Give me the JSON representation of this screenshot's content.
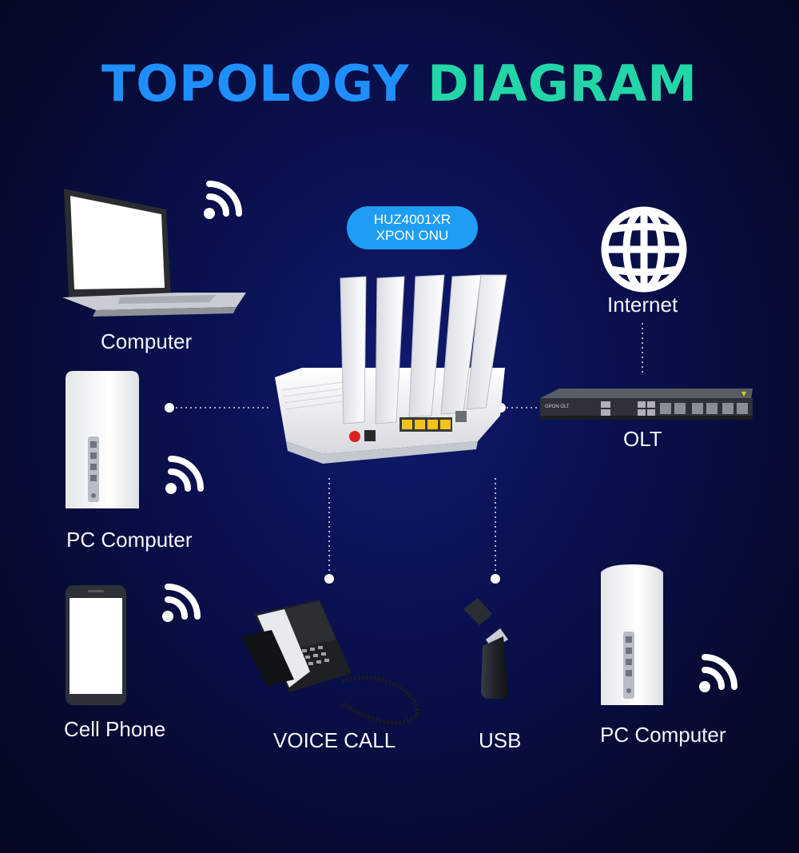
{
  "title": {
    "part1": "TOPOLOGY",
    "part2": "DIAGRAM"
  },
  "device": {
    "model": "HUZ4001XR",
    "type": "XPON ONU"
  },
  "olt_panel_text": "GPON OLT",
  "nodes": {
    "computer": "Computer",
    "pc_left": "PC Computer",
    "cell_phone": "Cell Phone",
    "voice_call": "VOICE CALL",
    "usb": "USB",
    "pc_right": "PC Computer",
    "internet": "Internet",
    "olt": "OLT"
  },
  "colors": {
    "title_blue": "#1f8fff",
    "title_green": "#22d6a8",
    "badge": "#1e9ef2",
    "background": "#0a1152"
  }
}
